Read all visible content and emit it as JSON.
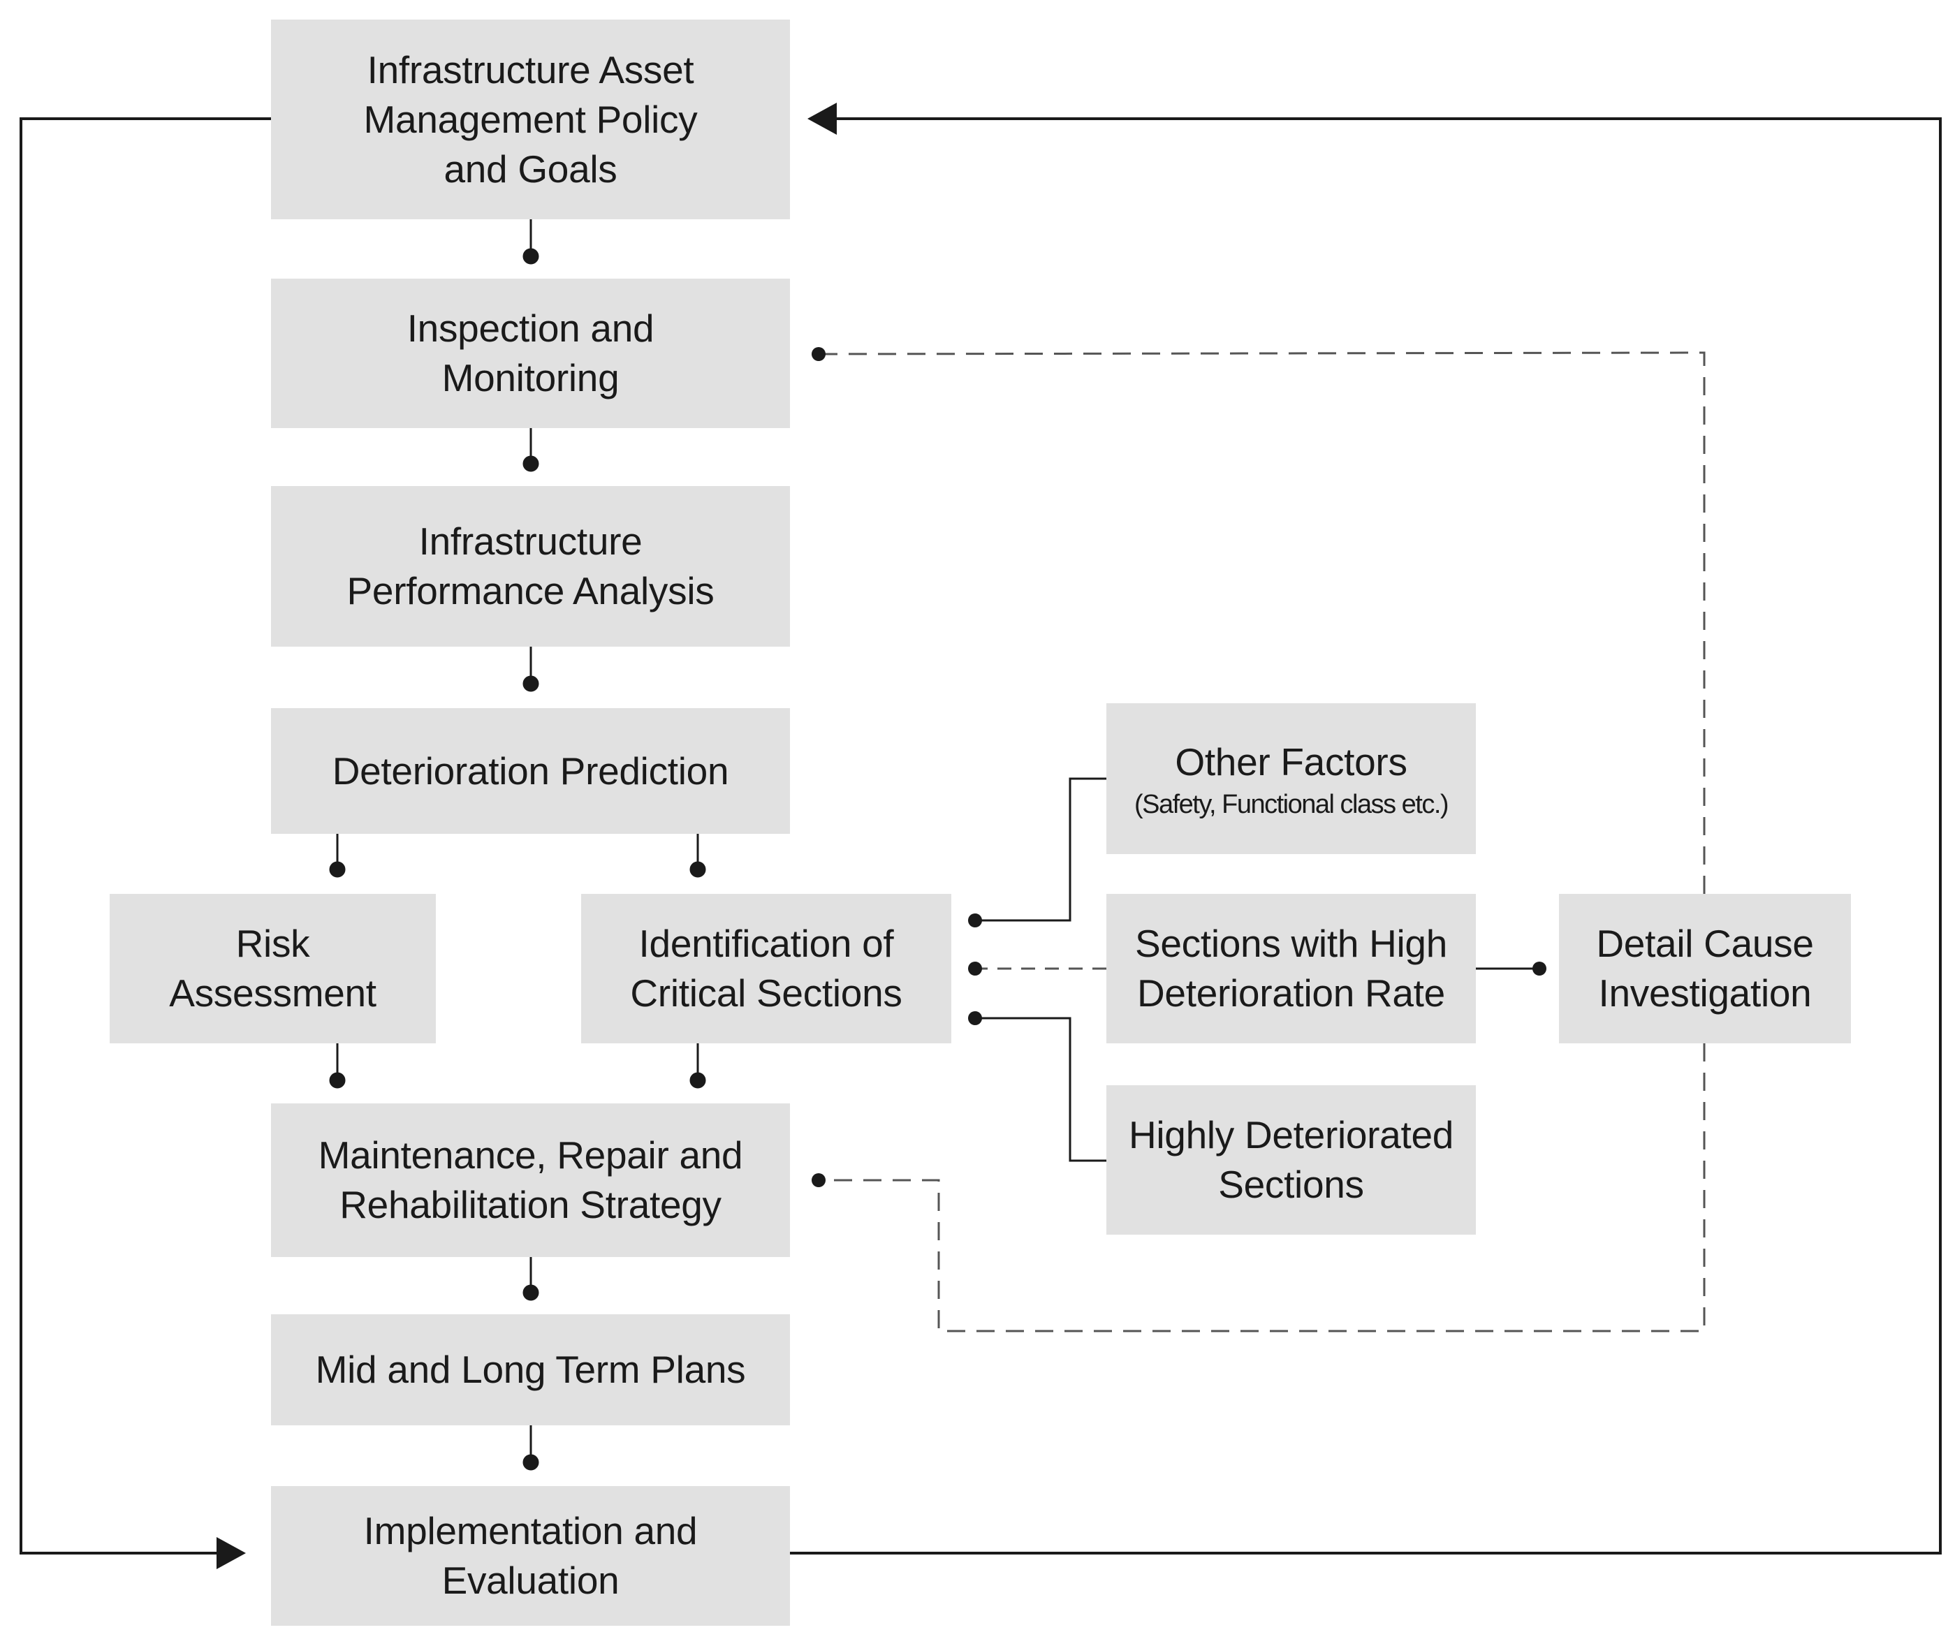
{
  "diagram": {
    "boxes": {
      "policy": {
        "label": "Infrastructure Asset\nManagement Policy\nand Goals"
      },
      "inspection": {
        "label": "Inspection and\nMonitoring"
      },
      "performance": {
        "label": "Infrastructure\nPerformance Analysis"
      },
      "deterioration": {
        "label": "Deterioration Prediction"
      },
      "risk": {
        "label": "Risk\nAssessment"
      },
      "critical": {
        "label": "Identification of\nCritical Sections"
      },
      "other_factors": {
        "label": "Other Factors",
        "sublabel": "(Safety, Functional class etc.)"
      },
      "high_rate": {
        "label": "Sections with High\nDeterioration Rate"
      },
      "highly_deteriorated": {
        "label": "Highly Deteriorated\nSections"
      },
      "detail_cause": {
        "label": "Detail Cause\nInvestigation"
      },
      "mrr": {
        "label": "Maintenance, Repair and\nRehabilitation Strategy"
      },
      "plans": {
        "label": "Mid and Long Term Plans"
      },
      "implementation": {
        "label": "Implementation and\nEvaluation"
      }
    },
    "colors": {
      "box_fill": "#e1e1e1",
      "line": "#1a1a1a",
      "dashed_line": "#555555",
      "text": "#1a1a1a"
    }
  }
}
